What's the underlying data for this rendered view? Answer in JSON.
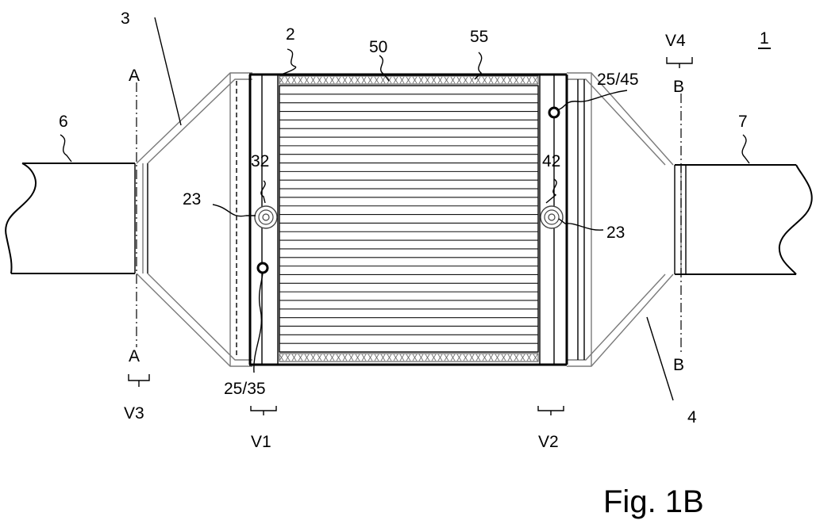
{
  "labels": {
    "device": "1",
    "housing": "2",
    "inlet_cone": "3",
    "outlet_cone": "4",
    "inlet_pipe": "6",
    "outlet_pipe": "7",
    "monolith": "50",
    "mat": "55",
    "sensor_outlet": "25/45",
    "sensor_inlet": "25/35",
    "port_left": "32",
    "port_right": "42",
    "fitting_left": "23",
    "fitting_right": "23",
    "section_a_top": "A",
    "section_a_bottom": "A",
    "section_b_top": "B",
    "section_b_bottom": "B",
    "volume_v1": "V1",
    "volume_v2": "V2",
    "volume_v3": "V3",
    "volume_v4": "V4"
  },
  "caption": "Fig. 1B",
  "monolith_channel_lines": 30
}
